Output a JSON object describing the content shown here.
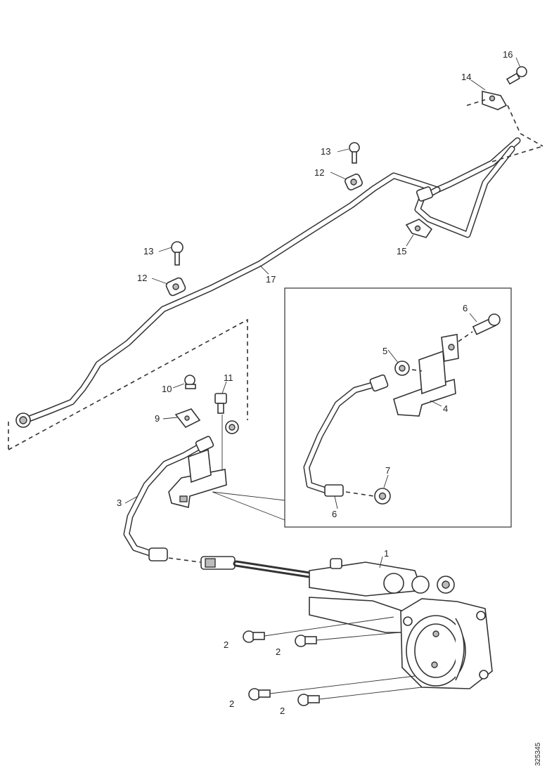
{
  "callouts": {
    "c1": "1",
    "c2a": "2",
    "c2b": "2",
    "c2c": "2",
    "c2d": "2",
    "c3": "3",
    "c4": "4",
    "c5": "5",
    "c6a": "6",
    "c6b": "6",
    "c7": "7",
    "c9": "9",
    "c10": "10",
    "c11": "11",
    "c12a": "12",
    "c12b": "12",
    "c13a": "13",
    "c13b": "13",
    "c14": "14",
    "c15": "15",
    "c16": "16",
    "c17": "17"
  },
  "document_id": "325345"
}
